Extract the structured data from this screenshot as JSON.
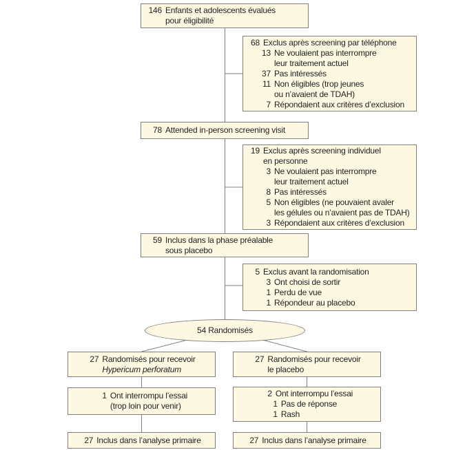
{
  "colors": {
    "box_fill": "#fcf8e2",
    "box_border": "#7f7f7f",
    "line": "#7f7f7f",
    "text": "#1f1f1f"
  },
  "ellipse": {
    "label": "54  Randomisés"
  },
  "boxes": {
    "assessed": {
      "items": [
        {
          "n": "146",
          "text": "Enfants et adolescents évalués\npour éligibilité"
        }
      ]
    },
    "excl_phone": {
      "items": [
        {
          "n": "68",
          "text": "Exclus après screening par téléphone"
        },
        {
          "n": "13",
          "text": "Ne voulaient pas interrompre\nleur traitement actuel",
          "sub": true
        },
        {
          "n": "37",
          "text": "Pas intéressés",
          "sub": true
        },
        {
          "n": "11",
          "text": "Non éligibles (trop jeunes\nou n’avaient de TDAH)",
          "sub": true
        },
        {
          "n": "7",
          "text": "Répondaient aux critères d’exclusion",
          "sub": true
        }
      ]
    },
    "attended": {
      "items": [
        {
          "n": "78",
          "text": "Attended in-person screening visit"
        }
      ]
    },
    "excl_inperson": {
      "items": [
        {
          "n": "19",
          "text": "Exclus après screening individuel\nen personne"
        },
        {
          "n": "3",
          "text": "Ne voulaient pas interrompre\nleur traitement actuel",
          "sub": true
        },
        {
          "n": "8",
          "text": "Pas intéressés",
          "sub": true
        },
        {
          "n": "5",
          "text": "Non éligibles (ne pouvaient avaler\nles gélules ou n’avaient pas de TDAH)",
          "sub": true
        },
        {
          "n": "3",
          "text": "Répondaient aux critères d’exclusion",
          "sub": true
        }
      ]
    },
    "placebo_leadin": {
      "items": [
        {
          "n": "59",
          "text": "Inclus dans la phase préalable\nsous placebo"
        }
      ]
    },
    "excl_prerand": {
      "items": [
        {
          "n": "5",
          "text": "Exclus avant la randomisation"
        },
        {
          "n": "3",
          "text": "Ont choisi de sortir",
          "sub": true
        },
        {
          "n": "1",
          "text": "Perdu de vue",
          "sub": true
        },
        {
          "n": "1",
          "text": "Répondeur au placebo",
          "sub": true
        }
      ]
    },
    "arm_hypericum": {
      "items": [
        {
          "n": "27",
          "text": "Randomisés pour recevoir",
          "text2": "Hypericum perforatum",
          "text2_italic": true
        }
      ]
    },
    "arm_placebo": {
      "items": [
        {
          "n": "27",
          "text": "Randomisés pour recevoir\nle placebo"
        }
      ]
    },
    "dc_hypericum": {
      "items": [
        {
          "n": "1",
          "text": "Ont interrompu l’essai\n(trop loin pour venir)"
        }
      ]
    },
    "dc_placebo": {
      "items": [
        {
          "n": "2",
          "text": "Ont interrompu l’essai"
        },
        {
          "n": "1",
          "text": "Pas de réponse",
          "sub": true
        },
        {
          "n": "1",
          "text": "Rash",
          "sub": true
        }
      ]
    },
    "analysis_hypericum": {
      "items": [
        {
          "n": "27",
          "text": "Inclus dans l’analyse primaire"
        }
      ]
    },
    "analysis_placebo": {
      "items": [
        {
          "n": "27",
          "text": "Inclus dans l’analyse primaire"
        }
      ]
    }
  }
}
